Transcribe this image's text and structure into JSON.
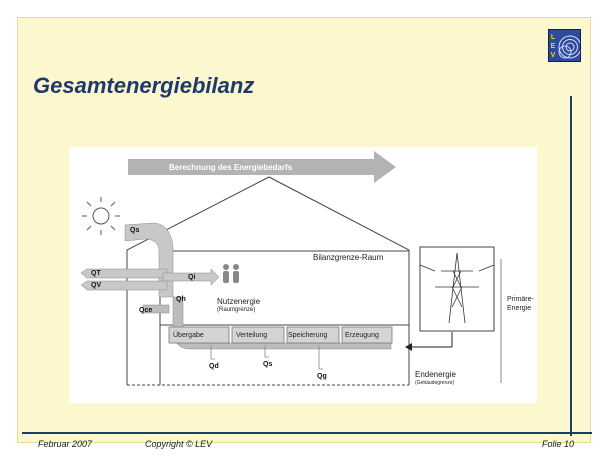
{
  "slide": {
    "title": "Gesamtenergiebilanz",
    "footer": {
      "date": "Februar 2007",
      "copyright": "Copyright © LEV",
      "page": "Folie 10"
    },
    "logo_letters": [
      "L",
      "E",
      "V"
    ]
  },
  "diagram": {
    "arrow_label": "Berechnung des Energiebedarfs",
    "zone_label": "Bilanzgrenze-Raum",
    "useful_energy": {
      "label": "Nutzenergie",
      "sub": "(Raumgrenze)"
    },
    "primary_energy": {
      "line1": "Primäre-",
      "line2": "Energie"
    },
    "final_energy": {
      "label": "Endenergie",
      "sub": "(Gebäudegrenze)"
    },
    "stages": [
      "Übergabe",
      "Verteilung",
      "Speicherung",
      "Erzeugung"
    ],
    "q": {
      "s": "Qs",
      "t": "QT",
      "v": "QV",
      "i": "Qi",
      "h": "Qh",
      "ce": "Qce",
      "d": "Qd",
      "s_loss": "Qs",
      "g": "Qg"
    }
  },
  "colors": {
    "frame": "#fcf7cf",
    "title": "#1e3a6b",
    "rule": "#1e3a6b",
    "arrow": "#b3b3b3",
    "stage_fill": "#d4d4d4"
  }
}
